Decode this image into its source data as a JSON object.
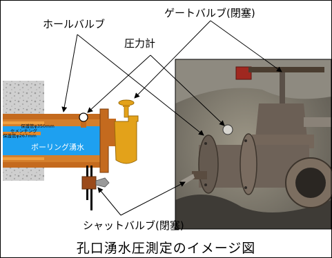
{
  "labels": {
    "hole_valve": "ホールバルブ",
    "gate_valve": "ゲートバルブ(閉塞)",
    "pressure_gauge": "圧力計",
    "shut_valve": "シャットバルブ(閉塞)",
    "casing_outer": "保護管φ350mm",
    "cementing": "セメンチング",
    "casing_inner": "保護管φ267mm",
    "borehole_water": "ボーリング湧水"
  },
  "caption": "孔口湧水圧測定のイメージ図",
  "colors": {
    "rock": "#c8c8c8",
    "casing": "#c46a1e",
    "water": "#1ea0f0",
    "valve": "#e3a21a",
    "shut_valve": "#9b4a1a",
    "photo_rock": "#8a8578",
    "photo_pipe": "#6e6a62"
  }
}
